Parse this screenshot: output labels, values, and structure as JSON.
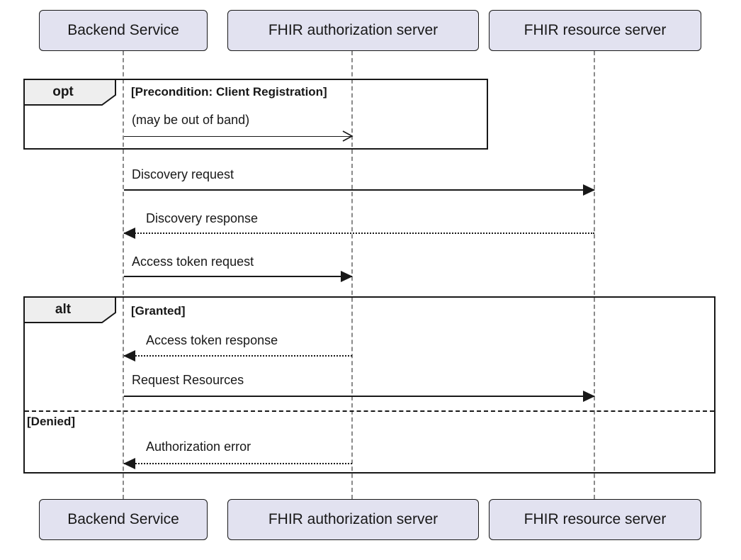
{
  "diagram": {
    "kind": "uml-sequence-diagram",
    "participants": [
      {
        "id": "backend",
        "label": "Backend Service"
      },
      {
        "id": "auth",
        "label": "FHIR authorization server"
      },
      {
        "id": "resource",
        "label": "FHIR resource server"
      }
    ],
    "fragments": [
      {
        "operator": "opt",
        "guard": "[Precondition: Client Registration]"
      },
      {
        "operator": "alt",
        "guard": "[Granted]",
        "else_guard": "[Denied]"
      }
    ],
    "messages": [
      {
        "label": "(may be out of band)",
        "from": "Backend Service",
        "to": "FHIR authorization server",
        "line": "solid",
        "head": "open"
      },
      {
        "label": "Discovery request",
        "from": "Backend Service",
        "to": "FHIR resource server",
        "line": "solid",
        "head": "filled"
      },
      {
        "label": "Discovery response",
        "from": "FHIR resource server",
        "to": "Backend Service",
        "line": "dotted",
        "head": "filled"
      },
      {
        "label": "Access token request",
        "from": "Backend Service",
        "to": "FHIR authorization server",
        "line": "solid",
        "head": "filled"
      },
      {
        "label": "Access token response",
        "from": "FHIR authorization server",
        "to": "Backend Service",
        "line": "dotted",
        "head": "filled"
      },
      {
        "label": "Request Resources",
        "from": "Backend Service",
        "to": "FHIR resource server",
        "line": "solid",
        "head": "filled"
      },
      {
        "label": "Authorization error",
        "from": "FHIR authorization server",
        "to": "Backend Service",
        "line": "dotted",
        "head": "filled"
      }
    ],
    "colors": {
      "participant_fill": "#E2E2F0",
      "participant_border": "#181818",
      "fragment_label_fill": "#EEEEEE",
      "line": "#181818",
      "lifeline": "#8A8A8A",
      "background": "#FFFFFF"
    }
  }
}
